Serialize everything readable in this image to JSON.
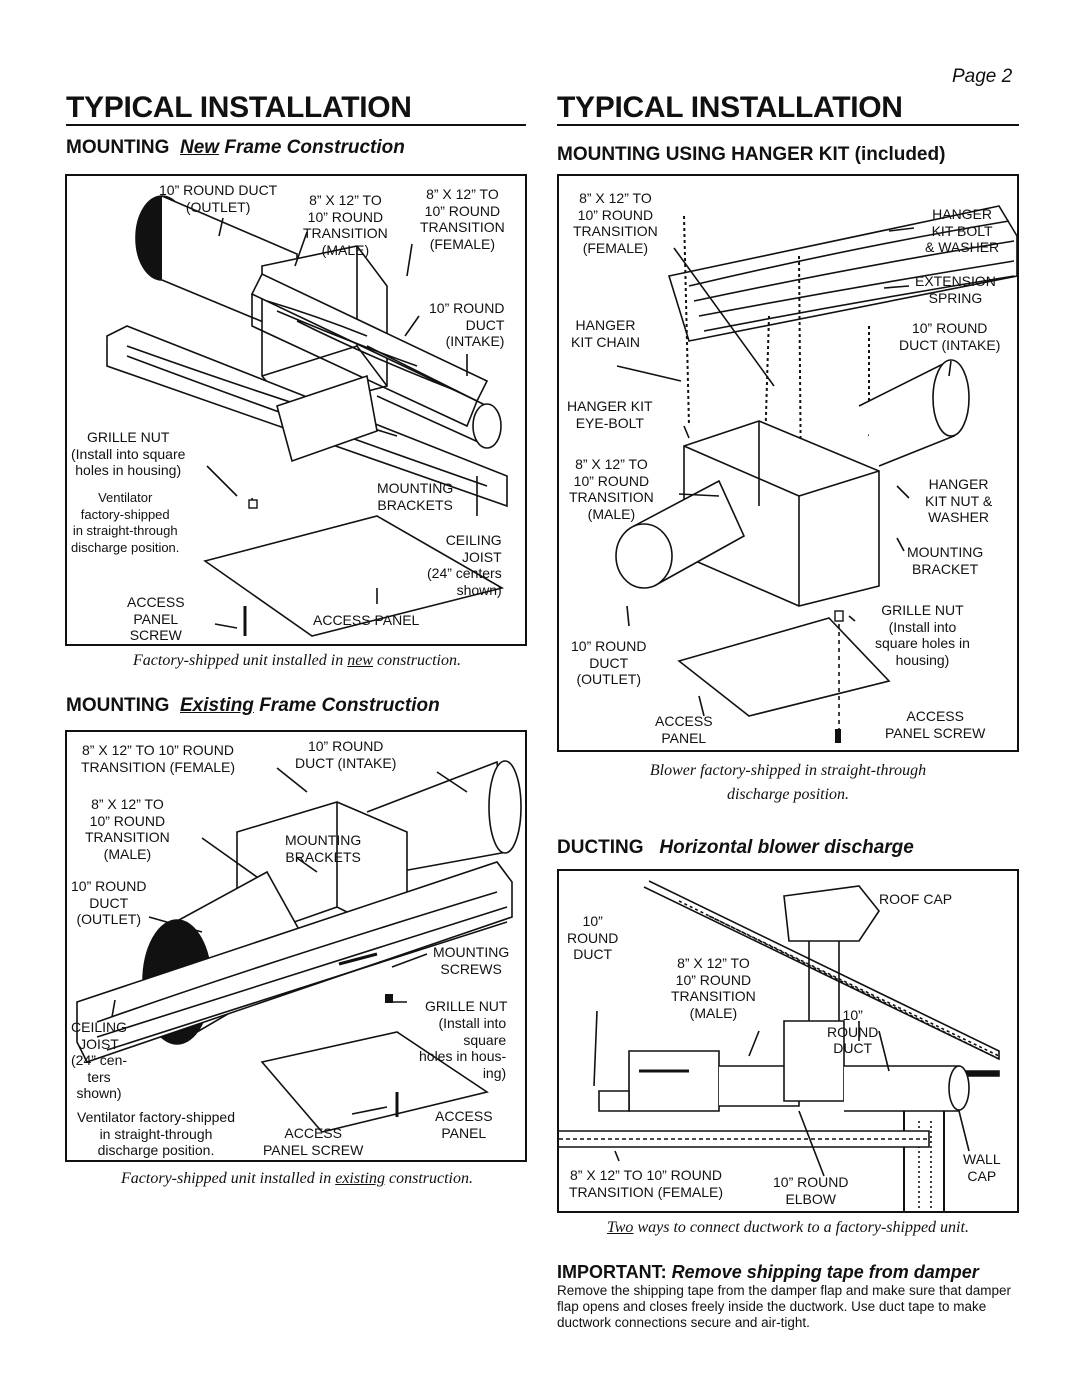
{
  "page": {
    "number": "Page 2"
  },
  "left": {
    "title": "TYPICAL INSTALLATION",
    "new_section": {
      "heading_prefix": "MOUNTING",
      "heading_underlined": "New",
      "heading_rest": "Frame Construction",
      "labels": {
        "outlet": "10” ROUND DUCT\n(OUTLET)",
        "trans_male": "8” X 12” TO\n10” ROUND\nTRANSITION\n(MALE)",
        "trans_female": "8” X 12” TO\n10” ROUND\nTRANSITION\n(FEMALE)",
        "intake": "10” ROUND\nDUCT\n(INTAKE)",
        "grille_nut": "GRILLE NUT\n(Install into square\nholes in housing)",
        "ventilator": "Ventilator\nfactory-shipped\nin straight-through\ndischarge position.",
        "mounting_brackets": "MOUNTING\nBRACKETS",
        "ceiling_joist": "CEILING\nJOIST\n(24” centers\nshown)",
        "access_screw": "ACCESS\nPANEL\nSCREW",
        "access_panel": "ACCESS PANEL"
      },
      "caption_before": "Factory-shipped unit installed in ",
      "caption_underlined": "new",
      "caption_after": " construction."
    },
    "existing_section": {
      "heading_prefix": "MOUNTING",
      "heading_underlined": "Existing",
      "heading_rest": "Frame Construction",
      "labels": {
        "trans_female": "8” X 12” TO 10” ROUND\nTRANSITION (FEMALE)",
        "intake": "10” ROUND\nDUCT (INTAKE)",
        "trans_male": "8” X 12” TO\n10” ROUND\nTRANSITION\n(MALE)",
        "mounting_brackets": "MOUNTING\nBRACKETS",
        "outlet": "10” ROUND\nDUCT\n(OUTLET)",
        "mounting_screws": "MOUNTING\nSCREWS",
        "grille_nut": "GRILLE NUT",
        "grille_nut_note": "(Install into\nsquare\nholes in hous-\ning)",
        "ceiling_joist": "CEILING\nJOIST\n(24” cen-\nters\nshown)",
        "ventilator": "Ventilator factory-shipped\nin straight-through\ndischarge position.",
        "access_screw": "ACCESS\nPANEL SCREW",
        "access_panel": "ACCESS\nPANEL"
      },
      "caption_before": "Factory-shipped unit installed in ",
      "caption_underlined": "existing",
      "caption_after": " construction."
    }
  },
  "right": {
    "title": "TYPICAL INSTALLATION",
    "hanger_section": {
      "heading": "MOUNTING USING HANGER KIT (included)",
      "labels": {
        "trans_female": "8” X 12” TO\n10” ROUND\nTRANSITION\n(FEMALE)",
        "hanger_bolt": "HANGER\nKIT BOLT\n& WASHER",
        "extension_spring": "EXTENSION\nSPRING",
        "hanger_chain": "HANGER\nKIT CHAIN",
        "intake": "10” ROUND\nDUCT (INTAKE)",
        "eye_bolt": "HANGER KIT\nEYE-BOLT",
        "trans_male": "8” X 12” TO\n10” ROUND\nTRANSITION\n(MALE)",
        "nut_washer": "HANGER\nKIT NUT &\nWASHER",
        "mounting_bracket": "MOUNTING\nBRACKET",
        "grille_nut": "GRILLE NUT\n(Install into\nsquare holes in\nhousing)",
        "outlet": "10” ROUND\nDUCT\n(OUTLET)",
        "access_panel": "ACCESS\nPANEL",
        "access_screw": "ACCESS\nPANEL SCREW"
      },
      "caption": "Blower factory-shipped in straight-through\ndischarge position."
    },
    "ducting_section": {
      "heading_prefix": "DUCTING",
      "heading_italic": "Horizontal blower discharge",
      "labels": {
        "roof_cap": "ROOF CAP",
        "round_duct_left": "10”\nROUND\nDUCT",
        "trans_male": "8” X 12” TO\n10” ROUND\nTRANSITION\n(MALE)",
        "round_duct_right": "10”\nROUND\nDUCT",
        "wall_cap": "WALL\nCAP",
        "trans_female": "8” X 12” TO 10” ROUND\nTRANSITION (FEMALE)",
        "elbow": "10” ROUND\nELBOW"
      },
      "caption_underlined": "Two",
      "caption_rest": " ways to connect ductwork to a factory-shipped unit."
    },
    "important": {
      "label": "IMPORTANT:",
      "title": "Remove shipping tape from damper",
      "body": "Remove the shipping tape from the damper flap and make sure that damper flap opens and closes freely inside the ductwork. Use duct tape to make ductwork connections secure and air-tight."
    }
  }
}
